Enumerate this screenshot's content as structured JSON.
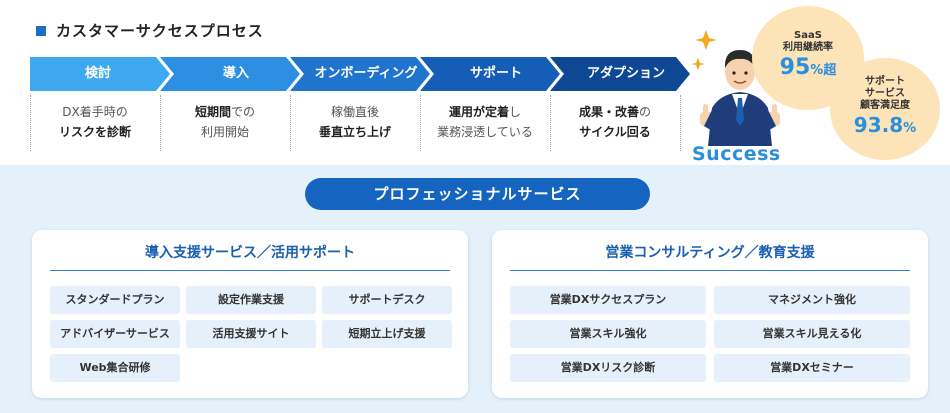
{
  "heading": "カスタマーサクセスプロセス",
  "steps": [
    {
      "label": "検討",
      "color": "#3fa9f0"
    },
    {
      "label": "導入",
      "color": "#2d8fe2"
    },
    {
      "label": "オンボーディング",
      "color": "#1f74cd"
    },
    {
      "label": "サポート",
      "color": "#155db6"
    },
    {
      "label": "アダプション",
      "color": "#0e4793"
    }
  ],
  "descriptions": [
    {
      "line1_pre": "DX着手時の",
      "line1_bold": "",
      "line2_pre": "",
      "line2_bold": "リスクを診断"
    },
    {
      "line1_pre": "",
      "line1_bold": "短期間",
      "line1_post": "での",
      "line2_pre": "利用開始",
      "line2_bold": ""
    },
    {
      "line1_pre": "稼働直後",
      "line1_bold": "",
      "line2_pre": "",
      "line2_bold": "垂直立ち上げ"
    },
    {
      "line1_pre": "",
      "line1_bold": "運用が定着",
      "line1_post": "し",
      "line2_pre": "業務浸透している",
      "line2_bold": ""
    },
    {
      "line1_pre": "",
      "line1_bold": "成果・改善",
      "line1_post": "の",
      "line2_pre": "",
      "line2_bold": "サイクル回る"
    }
  ],
  "success_label": "Success",
  "badge_saas": {
    "label1": "SaaS",
    "label2": "利用継続率",
    "value": "95",
    "unit": "%超"
  },
  "badge_support": {
    "label1": "サポート",
    "label2": "サービス",
    "label3": "顧客満足度",
    "value": "93.8",
    "unit": "%"
  },
  "services_title": "プロフェッショナルサービス",
  "left_panel": {
    "title": "導入支援サービス／活用サポート",
    "items": [
      "スタンダードプラン",
      "設定作業支援",
      "サポートデスク",
      "アドバイザーサービス",
      "活用支援サイト",
      "短期立上げ支援",
      "Web集合研修"
    ]
  },
  "right_panel": {
    "title": "営業コンサルティング／教育支援",
    "items": [
      "営業DXサクセスプラン",
      "マネジメント強化",
      "営業スキル強化",
      "営業スキル見える化",
      "営業DXリスク診断",
      "営業DXセミナー"
    ]
  },
  "colors": {
    "accent": "#1565c0",
    "badge_bg": "#fde3b8",
    "chip_bg": "#e6f0fa",
    "lower_bg": "#e4f1fb"
  }
}
